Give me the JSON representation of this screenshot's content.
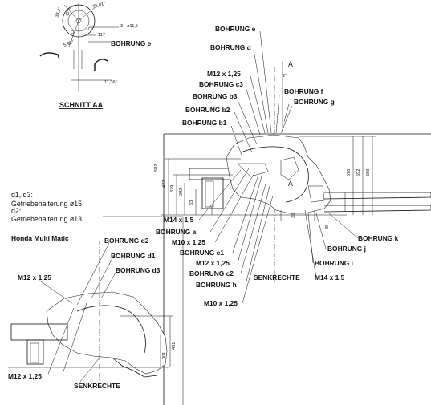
{
  "section": {
    "title": "SCHNITT AA",
    "dims": [
      "34,2°",
      "75,81°",
      "3 - ø11,5",
      "117",
      "5,95°",
      "11,36°"
    ],
    "bohrung_e": "BOHRUNG e"
  },
  "main": {
    "labels": {
      "bohrung_e": "BOHRUNG e",
      "bohrung_d": "BOHRUNG d",
      "m12": "M12 x 1,25",
      "bohrung_c3": "BOHRUNG c3",
      "bohrung_f": "BOHRUNG f",
      "bohrung_g": "BOHRUNG g",
      "bohrung_b3": "BOHRUNG b3",
      "bohrung_b2": "BOHRUNG b2",
      "bohrung_b1": "BOHRUNG b1",
      "m14_left": "M14 x 1,5",
      "bohrung_a": "BOHRUNG a",
      "m10_left": "M10 x 1,25",
      "bohrung_c1": "BOHRUNG c1",
      "m12_lower": "M12 x 1,25",
      "bohrung_c2": "BOHRUNG c2",
      "bohrung_h": "BOHRUNG h",
      "senkrechte": "SENKRECHTE",
      "m14_right": "M14 x 1,5",
      "m10_lower": "M10 x 1,25",
      "bohrung_i": "BOHRUNG i",
      "bohrung_j": "BOHRUNG j",
      "bohrung_k": "BOHRUNG k",
      "marker_a_top": "A",
      "marker_a_mid": "A"
    },
    "dims": {
      "d582": "582",
      "d427": "427",
      "d379": "379",
      "d292": "292",
      "d63": "63",
      "d570": "570",
      "d592": "592",
      "d689": "689",
      "d26": "26",
      "d38": "38",
      "deg2": "2°"
    }
  },
  "notes": {
    "line1": "d1, d3:",
    "line2": "Getriebehalterung ø15",
    "line3": "d2:",
    "line4": "Getriebehalterung ø13"
  },
  "honda": {
    "title": "Honda Multi Matic",
    "bohrung_d2": "BOHRUNG d2",
    "bohrung_d1": "BOHRUNG d1",
    "bohrung_d3": "BOHRUNG d3",
    "m12_top": "M12 x 1,25",
    "m12_bottom": "M12 x 1,25",
    "senkrechte": "SENKRECHTE",
    "d301": "301",
    "d431": "431"
  }
}
